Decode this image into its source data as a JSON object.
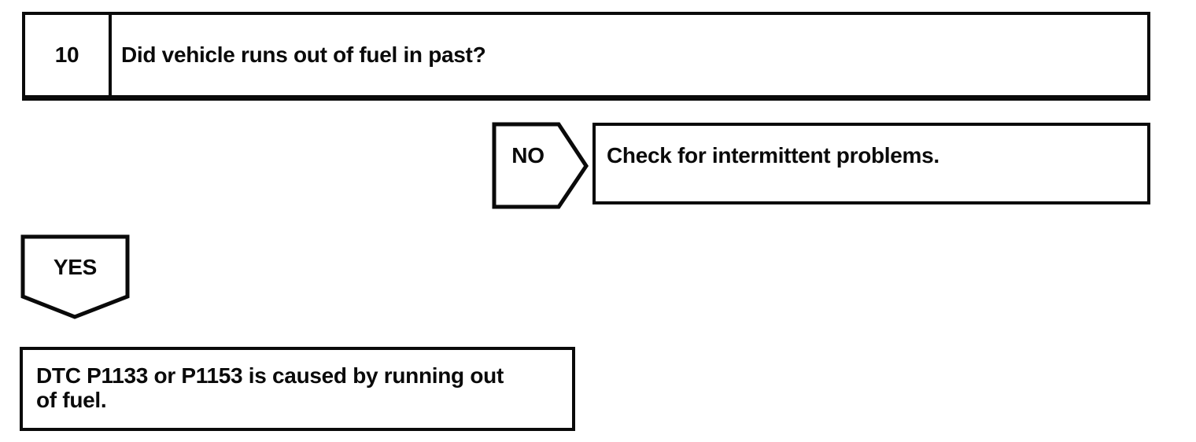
{
  "step": {
    "number": "10",
    "question": "Did vehicle runs out of fuel in past?"
  },
  "no_branch": {
    "label": "NO",
    "result": "Check for intermittent problems."
  },
  "yes_branch": {
    "label": "YES",
    "result_line1": "DTC P1133 or P1153 is caused by running out",
    "result_line2": "of fuel."
  },
  "colors": {
    "line": "#0a0a0a",
    "background": "#ffffff"
  }
}
